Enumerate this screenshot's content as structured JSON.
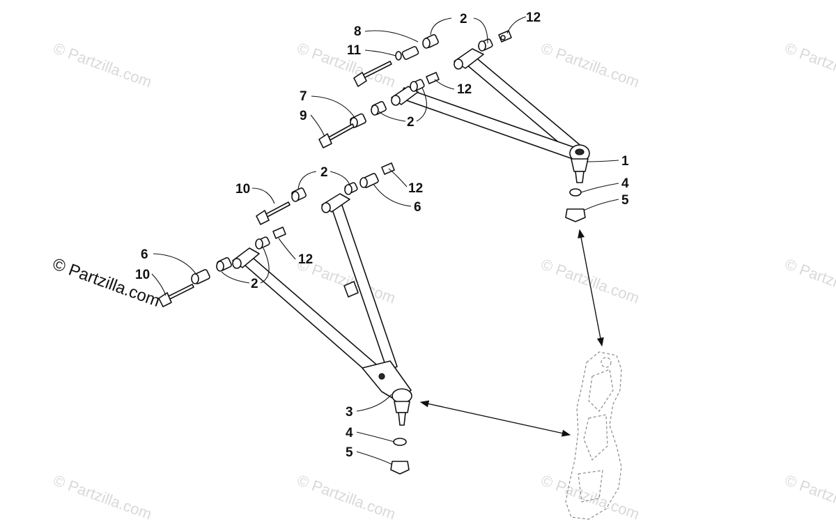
{
  "watermark": {
    "main_text": "© Partzilla.com",
    "tile_text": "© Partzilla.com"
  },
  "callouts": {
    "c1": "1",
    "c2a": "2",
    "c2b": "2",
    "c2c": "2",
    "c2d": "2",
    "c3": "3",
    "c4a": "4",
    "c4b": "4",
    "c5a": "5",
    "c5b": "5",
    "c6a": "6",
    "c6b": "6",
    "c7": "7",
    "c8": "8",
    "c9": "9",
    "c10a": "10",
    "c10b": "10",
    "c11": "11",
    "c12a": "12",
    "c12b": "12",
    "c12c": "12",
    "c12d": "12"
  },
  "colors": {
    "line": "#111111",
    "watermark": "#d9d9d9",
    "ghost_part": "#8a8a8a"
  }
}
